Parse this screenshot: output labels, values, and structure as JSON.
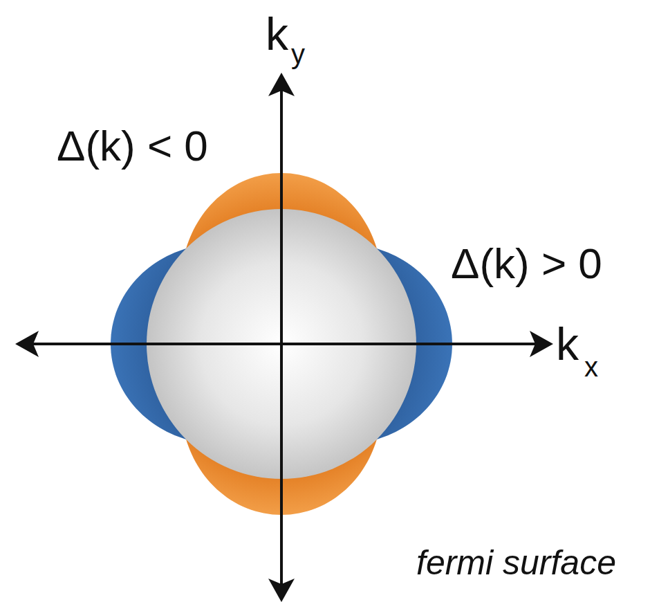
{
  "diagram": {
    "labels": [
      "k",
      "y",
      "Δ(k) < 0",
      "Δ(k) > 0",
      "k",
      "x",
      "fermi surface"
    ]
  }
}
